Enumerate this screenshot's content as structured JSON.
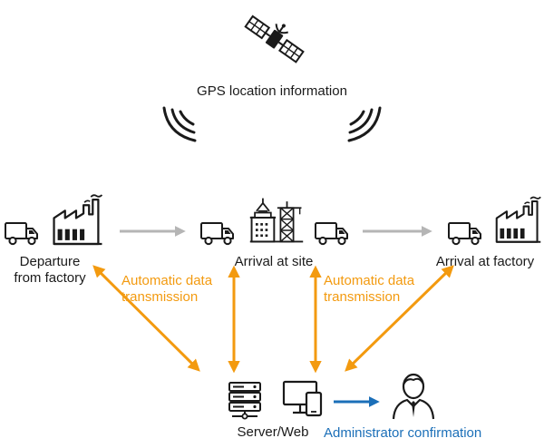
{
  "gps": {
    "label": "GPS location information",
    "icon": "satellite-icon"
  },
  "stages": {
    "departure": {
      "label_line1": "Departure",
      "label_line2": "from factory",
      "icons": [
        "truck-icon",
        "factory-icon"
      ]
    },
    "site": {
      "label": "Arrival at site",
      "icons": [
        "truck-icon",
        "construction-site-icon",
        "truck-icon"
      ]
    },
    "arrival": {
      "label": "Arrival at factory",
      "icons": [
        "truck-icon",
        "factory-icon"
      ]
    }
  },
  "transmission": {
    "left": {
      "line1": "Automatic data",
      "line2": "transmission"
    },
    "right": {
      "line1": "Automatic data",
      "line2": "transmission"
    }
  },
  "server": {
    "label": "Server/Web",
    "icons": [
      "server-icon",
      "monitor-icon",
      "tablet-icon"
    ]
  },
  "admin": {
    "label": "Administrator confirmation",
    "icon": "administrator-icon"
  },
  "colors": {
    "flow_arrow": "#b5b5b5",
    "data_arrow": "#f39a0f",
    "admin": "#1b6fb8",
    "icon": "#1a1a1a"
  }
}
